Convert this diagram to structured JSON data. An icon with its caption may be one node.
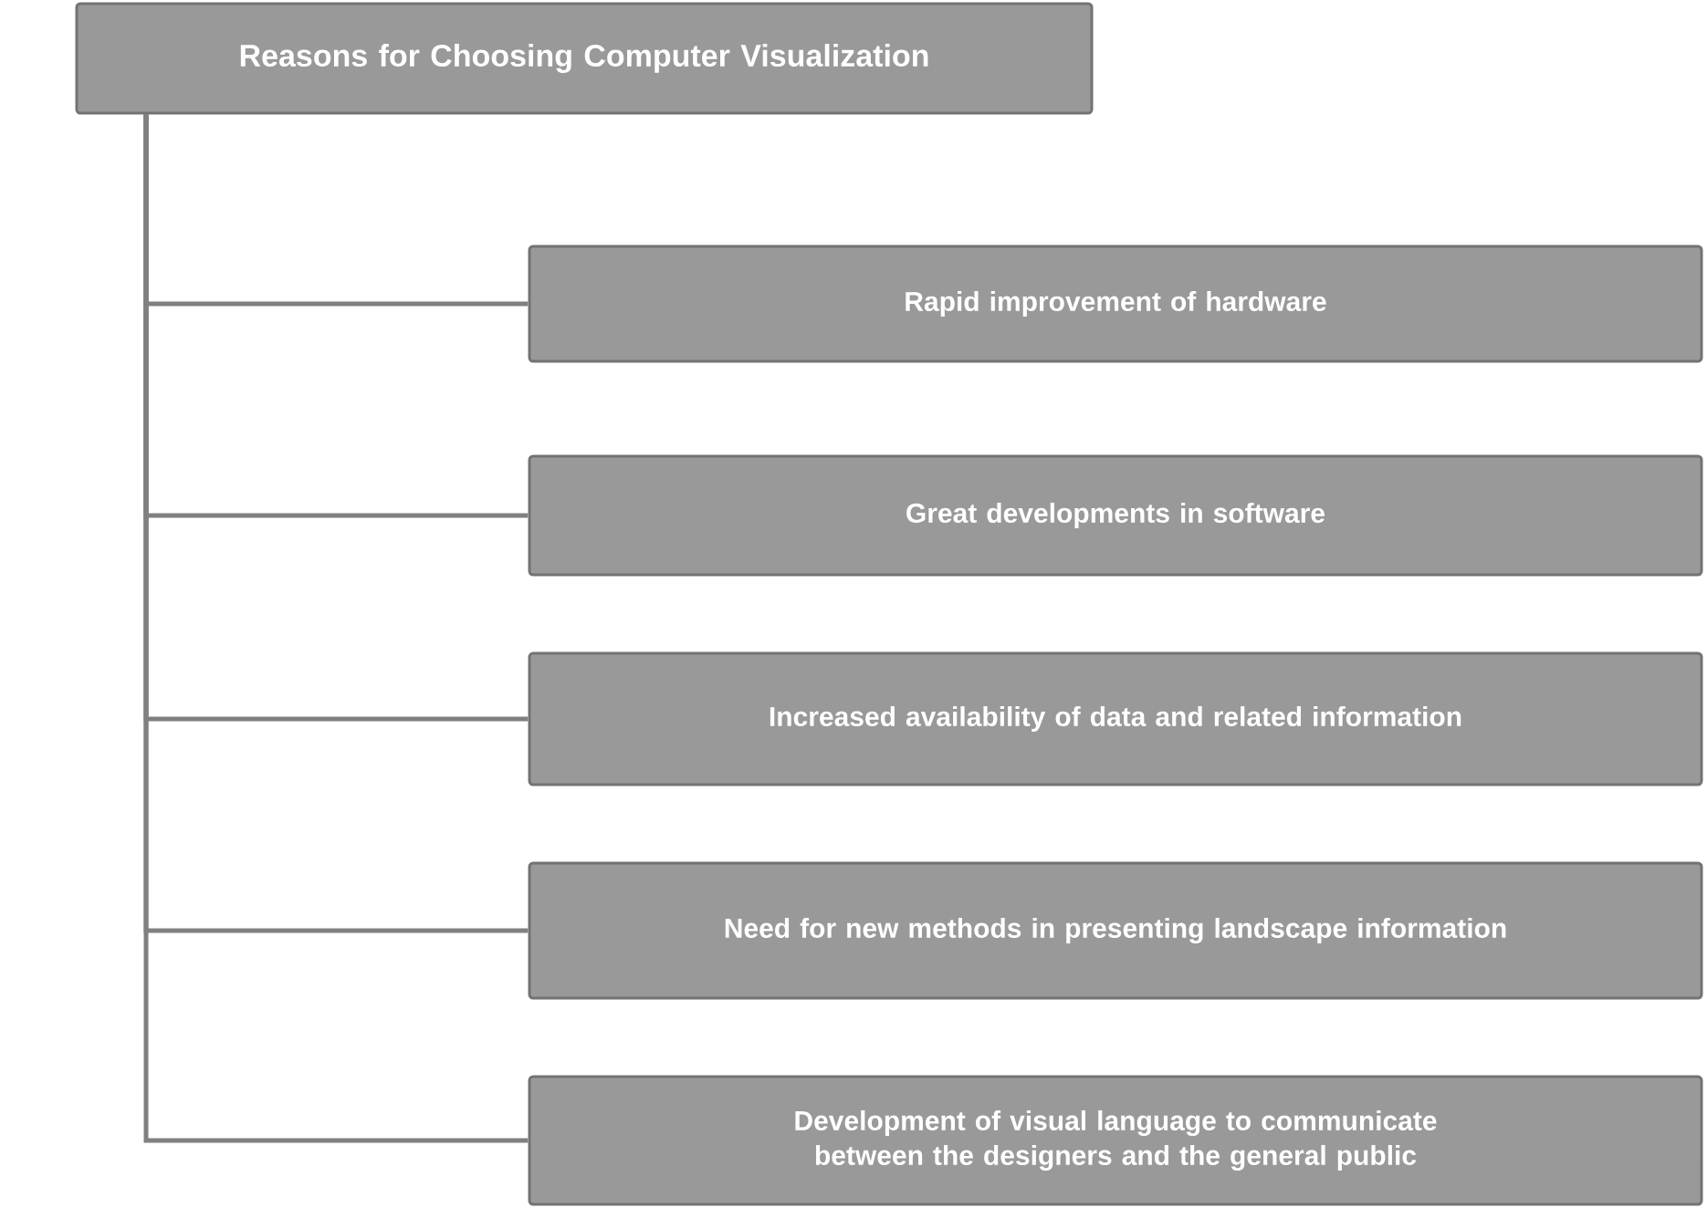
{
  "diagram": {
    "nodes": [
      {
        "text": [
          "Reasons for Choosing Computer Visualization"
        ]
      },
      {
        "text": [
          "Rapid improvement of hardware"
        ]
      },
      {
        "text": [
          "Great developments in software"
        ]
      },
      {
        "text": [
          "Increased availability of data and related information"
        ]
      },
      {
        "text": [
          "Need for new methods in presenting landscape information"
        ]
      },
      {
        "text": [
          "Development of visual language to communicate between the designers and the general public"
        ]
      }
    ],
    "edges": [
      {
        "from": 0,
        "to": 1,
        "arrow": "none"
      },
      {
        "from": 0,
        "to": 2,
        "arrow": "none"
      },
      {
        "from": 0,
        "to": 3,
        "arrow": "none"
      },
      {
        "from": 0,
        "to": 4,
        "arrow": "none"
      },
      {
        "from": 0,
        "to": 5,
        "arrow": "none"
      }
    ]
  }
}
